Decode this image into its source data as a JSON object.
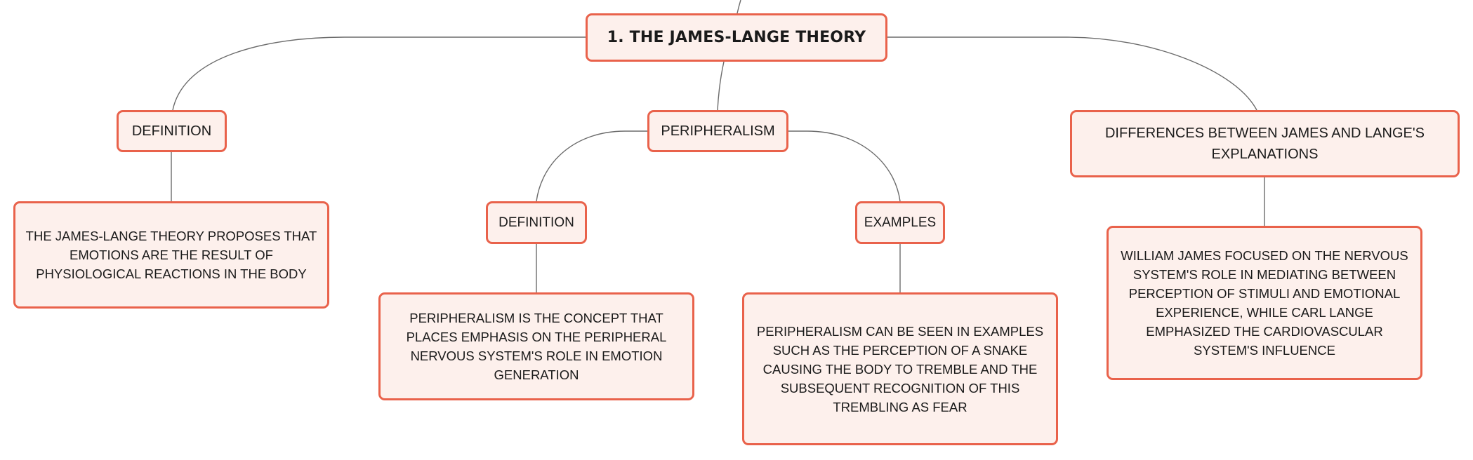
{
  "diagram": {
    "root": {
      "label": "1. THE JAMES-LANGE THEORY"
    },
    "branches": {
      "definition": {
        "label": "DEFINITION",
        "detail": "THE JAMES-LANGE THEORY PROPOSES THAT EMOTIONS ARE THE RESULT OF PHYSIOLOGICAL REACTIONS IN THE BODY"
      },
      "peripheralism": {
        "label": "PERIPHERALISM",
        "children": {
          "definition": {
            "label": "DEFINITION",
            "detail": "PERIPHERALISM IS THE CONCEPT THAT PLACES EMPHASIS ON THE PERIPHERAL NERVOUS SYSTEM'S ROLE IN EMOTION GENERATION"
          },
          "examples": {
            "label": "EXAMPLES",
            "detail": "PERIPHERALISM CAN BE SEEN IN EXAMPLES SUCH AS THE PERCEPTION OF A SNAKE CAUSING THE BODY TO TREMBLE AND THE SUBSEQUENT RECOGNITION OF THIS TREMBLING AS FEAR"
          }
        }
      },
      "differences": {
        "label": "DIFFERENCES BETWEEN JAMES AND LANGE'S EXPLANATIONS",
        "detail": "WILLIAM JAMES FOCUSED ON THE NERVOUS SYSTEM'S ROLE IN MEDIATING BETWEEN PERCEPTION OF STIMULI AND EMOTIONAL EXPERIENCE, WHILE CARL LANGE EMPHASIZED THE CARDIOVASCULAR SYSTEM'S INFLUENCE"
      }
    }
  },
  "colors": {
    "node_border": "#e9624b",
    "node_fill": "#fdf0ec",
    "connector": "#6b6b6b",
    "text": "#1a1a1a"
  }
}
